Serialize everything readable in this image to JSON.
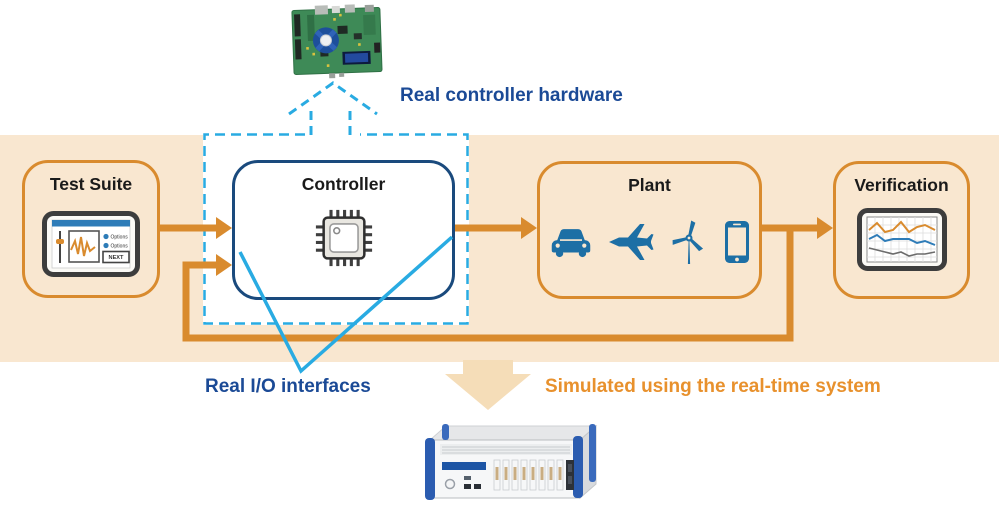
{
  "colors": {
    "band": "#f9e7d0",
    "orange": "#d98b2e",
    "orange_text": "#e8912d",
    "navy_text": "#1b4a96",
    "navy_border": "#1a4a7d",
    "cyan": "#29abe2",
    "tan_arrow": "#f5ddb8",
    "icon_blue": "#1d6fa5"
  },
  "annotations": {
    "real_controller_hardware": "Real controller hardware",
    "real_io_interfaces": "Real I/O interfaces",
    "simulated_using_rts": "Simulated using the real-time system"
  },
  "blocks": {
    "test_suite": {
      "label": "Test Suite",
      "screen": {
        "option1": "Options",
        "option2": "Options",
        "next_button": "NEXT"
      }
    },
    "controller": {
      "label": "Controller",
      "icon": "chip-icon"
    },
    "plant": {
      "label": "Plant",
      "icons": [
        "car-icon",
        "airplane-icon",
        "wind-turbine-icon",
        "smartphone-icon"
      ]
    },
    "verification": {
      "label": "Verification",
      "icon": "chart-monitor-icon"
    }
  },
  "images": {
    "top": "controller-circuit-board",
    "bottom": "real-time-target-machine"
  }
}
